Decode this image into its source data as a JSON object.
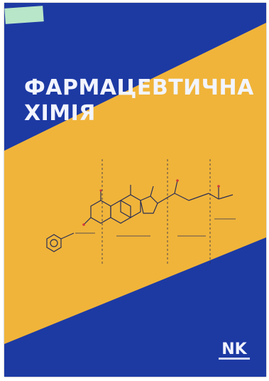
{
  "cover": {
    "title_line1": "ФАРМАЦЕВТИЧНА",
    "title_line2": "ХІМІЯ",
    "sticker_text": "",
    "publisher_mark": "NK",
    "colors": {
      "background_blue": "#1d3aa3",
      "band_yellow": "#f0b43a",
      "title_white": "#f2f4ff",
      "formula_ink": "#2b2f55"
    }
  }
}
